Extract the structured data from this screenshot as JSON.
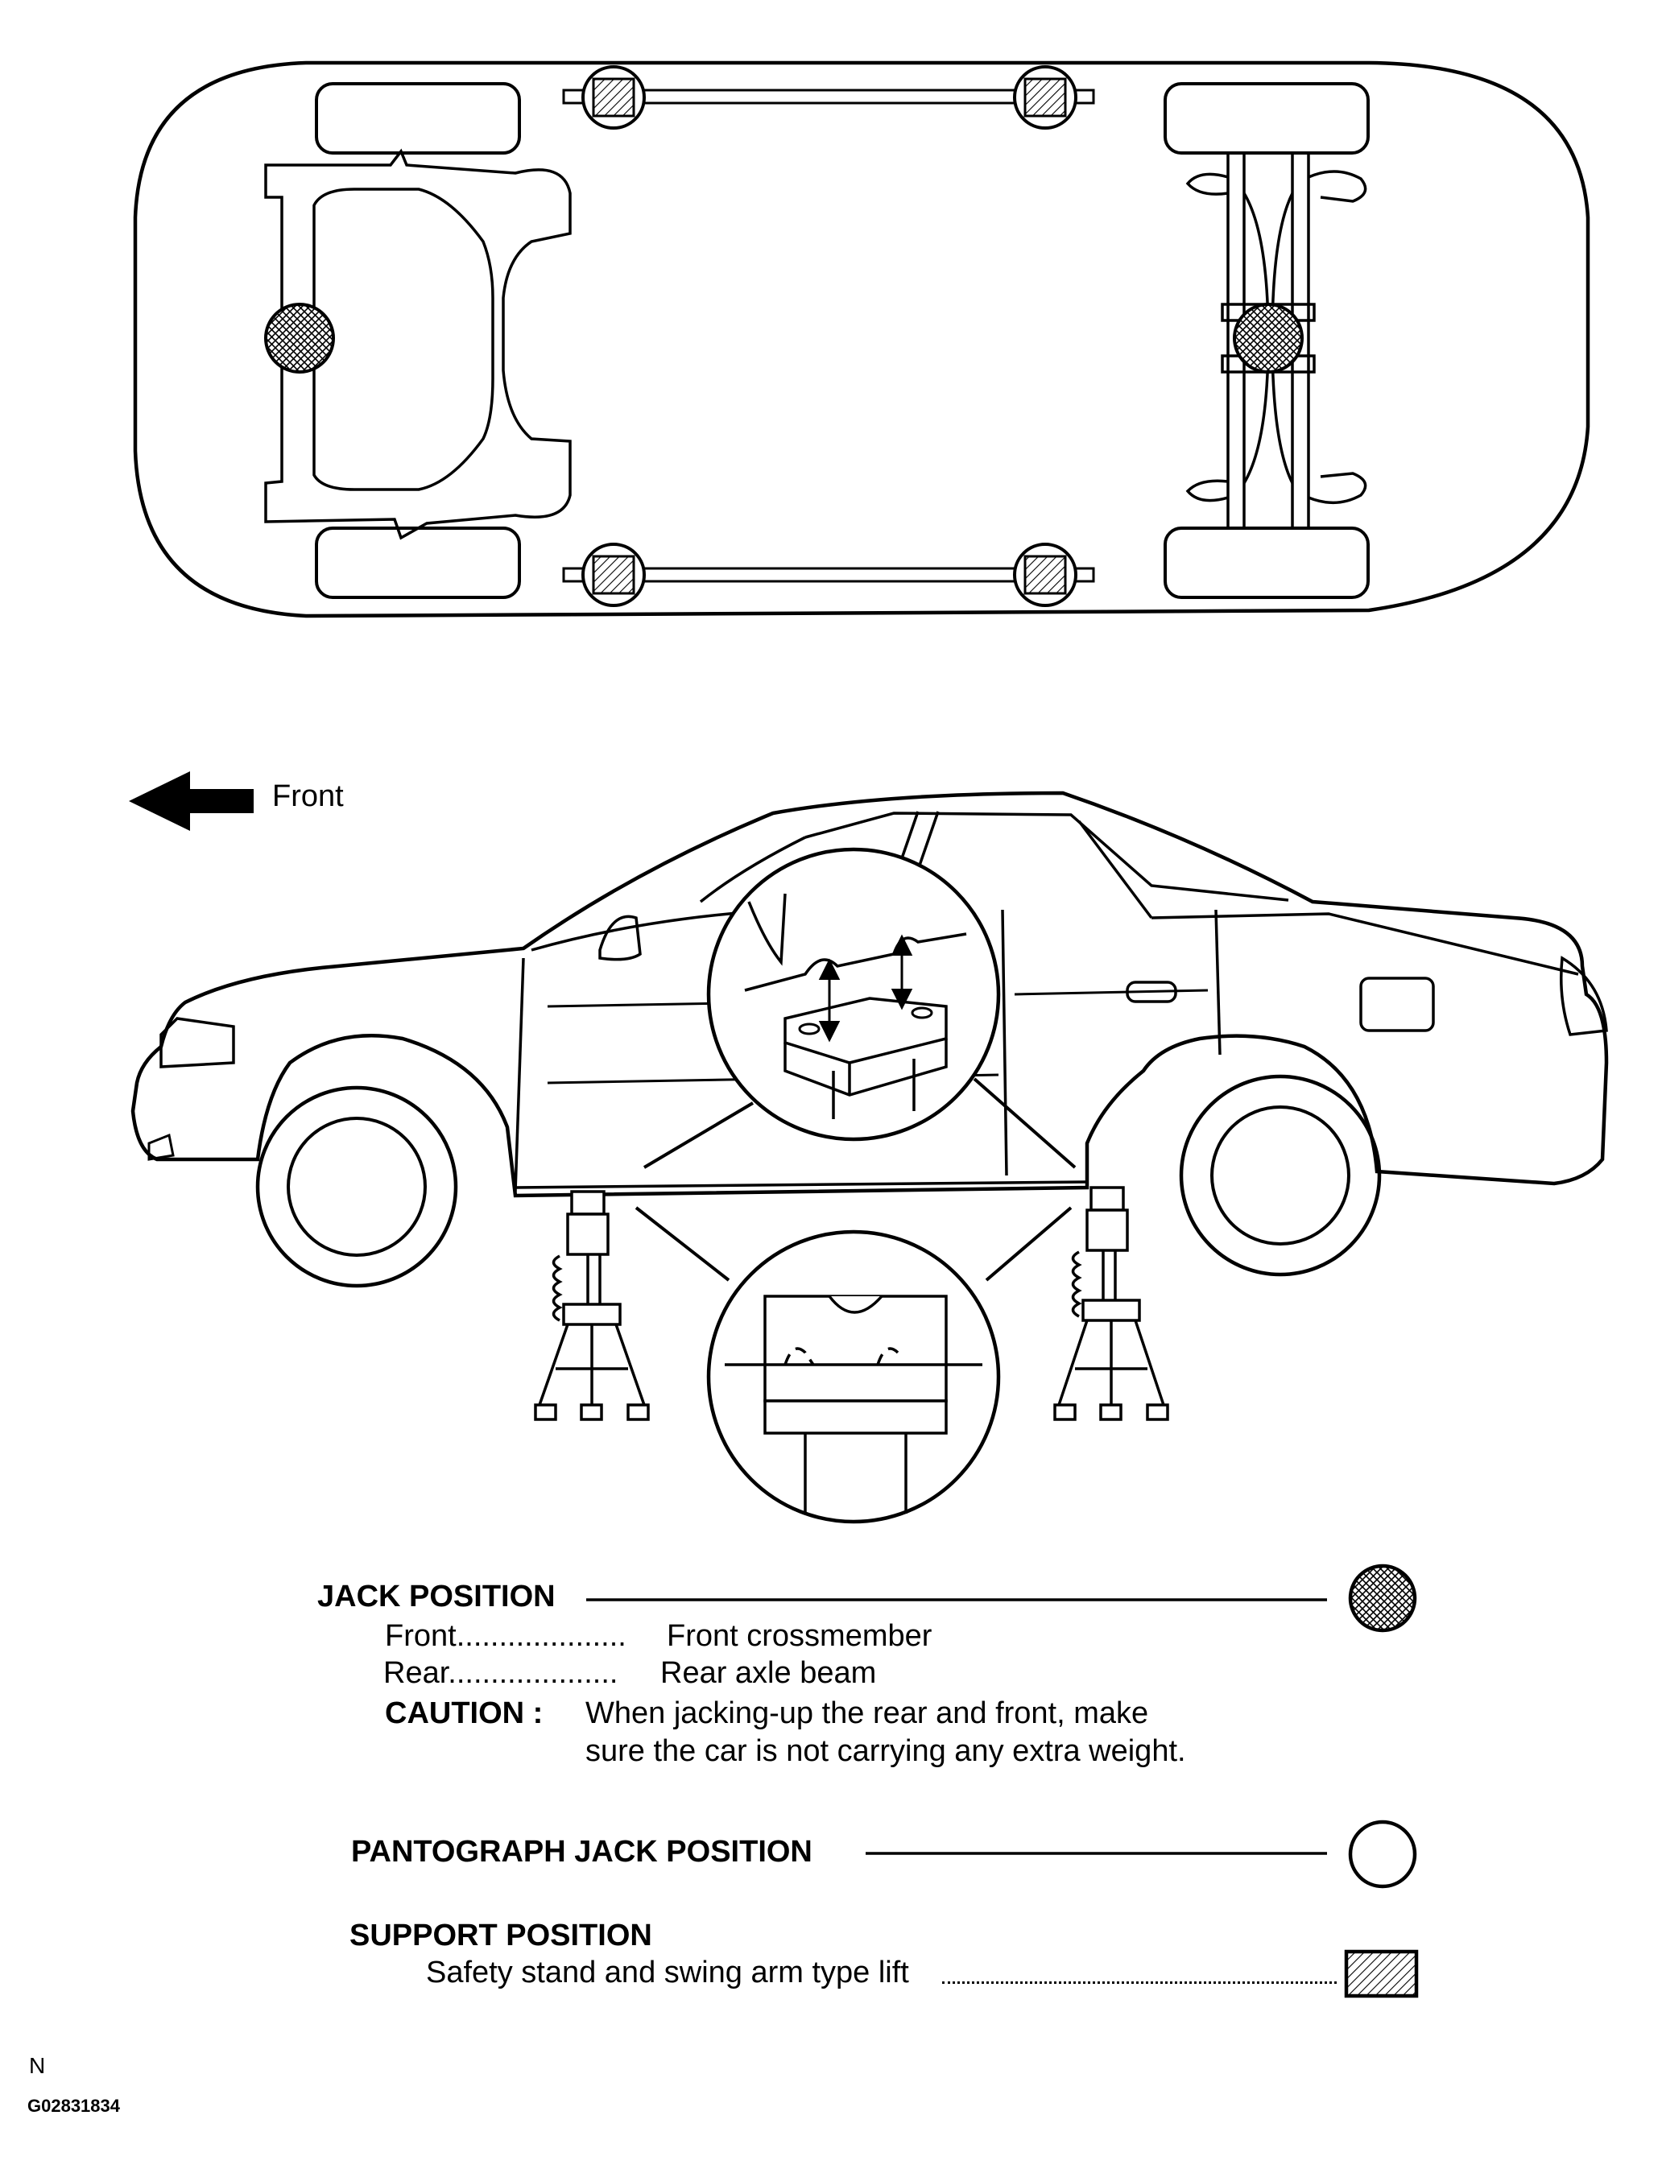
{
  "direction_label": "Front",
  "legend": {
    "jack": {
      "title": "JACK POSITION",
      "front_label": "Front",
      "front_dots": "....................",
      "front_value": "Front crossmember",
      "rear_label": "Rear",
      "rear_dots": "....................",
      "rear_value": "Rear axle beam",
      "caution_label": "CAUTION :",
      "caution_line1": "When jacking-up the rear and front, make",
      "caution_line2": "sure the car is not carrying any extra weight."
    },
    "pantograph": {
      "title": "PANTOGRAPH JACK POSITION"
    },
    "support": {
      "title": "SUPPORT POSITION",
      "detail": "Safety stand and swing arm type lift"
    }
  },
  "footer": {
    "letter": "N",
    "code": "G02831834"
  }
}
